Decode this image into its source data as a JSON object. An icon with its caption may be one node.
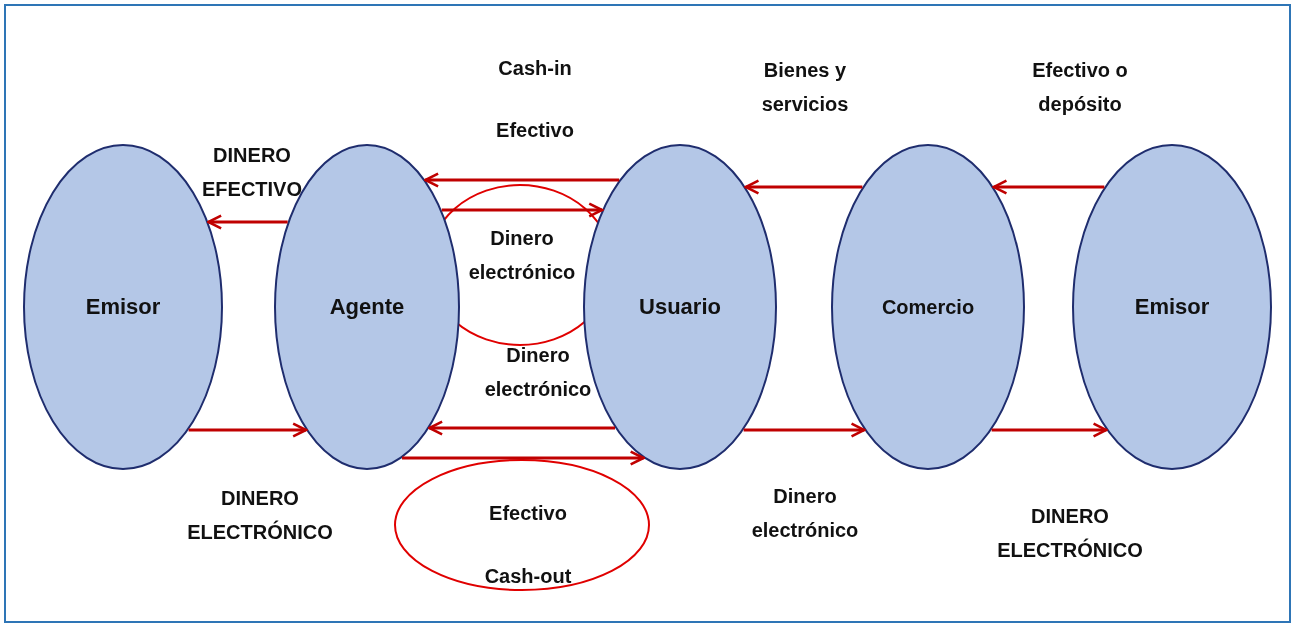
{
  "diagram": {
    "nodes": [
      {
        "text": [
          "Emisor"
        ]
      },
      {
        "text": [
          "Agente"
        ]
      },
      {
        "text": [
          "Usuario"
        ]
      },
      {
        "text": [
          "Comercio"
        ]
      },
      {
        "text": [
          "Emisor"
        ]
      }
    ],
    "edges": [
      {
        "from": 1,
        "to": 0,
        "arrow": "to",
        "label": "DINERO EFECTIVO"
      },
      {
        "from": 0,
        "to": 1,
        "arrow": "to",
        "label": "DINERO ELECTRÓNICO"
      },
      {
        "from": 1,
        "to": 2,
        "arrow": "to",
        "label": "Dinero electrónico"
      },
      {
        "from": 2,
        "to": 1,
        "arrow": "to",
        "label": "Efectivo"
      },
      {
        "from": 2,
        "to": 1,
        "arrow": "to",
        "label": "Dinero electrónico"
      },
      {
        "from": 1,
        "to": 2,
        "arrow": "to",
        "label": "Efectivo"
      },
      {
        "from": 3,
        "to": 2,
        "arrow": "to",
        "label": "Bienes y servicios"
      },
      {
        "from": 2,
        "to": 3,
        "arrow": "to",
        "label": "Dinero electrónico"
      },
      {
        "from": 4,
        "to": 3,
        "arrow": "to",
        "label": "Efectivo o depósito"
      },
      {
        "from": 3,
        "to": 4,
        "arrow": "to",
        "label": "DINERO ELECTRÓNICO"
      }
    ],
    "labels": [
      "Cash-in",
      "Cash-out"
    ]
  }
}
